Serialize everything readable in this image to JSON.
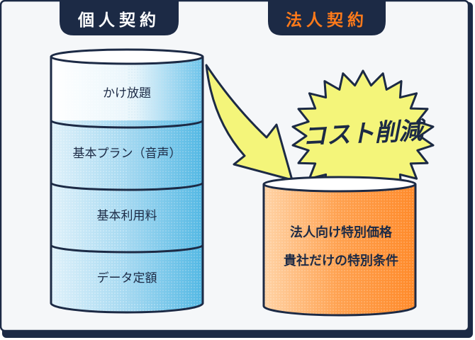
{
  "individual": {
    "header": "個人契約",
    "layers": [
      "かけ放題",
      "基本プラン（音声）",
      "基本利用料",
      "データ定額"
    ]
  },
  "corporate": {
    "header": "法人契約",
    "burst": "コスト削減",
    "lines": [
      "法人向け特別価格",
      "貴社だけの特別条件"
    ]
  },
  "colors": {
    "navy": "#1c2a45",
    "frame_bg": "#f4f6f8",
    "blue": "#52b8e4",
    "blue_light": "#e6f4fb",
    "orange": "#ff8a2a",
    "yellow": "#f4f57a",
    "header_orange": "#ff7a1a"
  }
}
